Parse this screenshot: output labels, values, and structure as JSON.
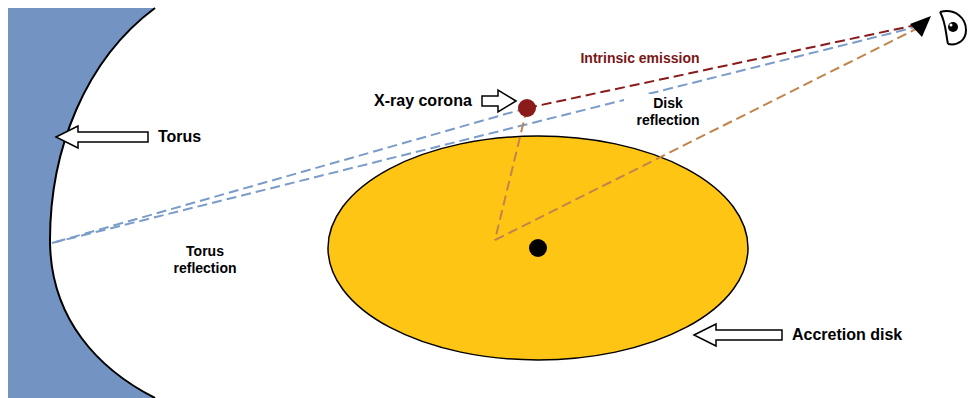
{
  "diagram": {
    "labels": [
      "Intrinsic emission",
      "X-ray corona",
      "Torus",
      "Disk reflection",
      "Torus reflection",
      "Accretion disk"
    ]
  }
}
